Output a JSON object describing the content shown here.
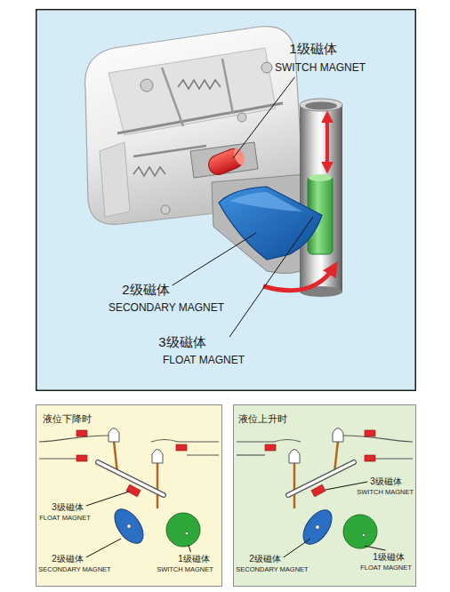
{
  "diagram": {
    "nodes": [
      {
        "text": [
          "1级磁体",
          "SWITCH MAGNET",
          "2级磁体",
          "SECONDARY MAGNET",
          "3级磁体",
          "FLOAT MAGNET"
        ]
      },
      {
        "text": [
          "液位下降时",
          "3级磁体",
          "FLOAT MAGNET",
          "2级磁体",
          "SECONDARY MAGNET",
          "1级磁体",
          "SWITCH MAGNET"
        ]
      },
      {
        "text": [
          "液位上升时",
          "3级磁体",
          "SWITCH MAGNET",
          "2级磁体",
          "SECONDARY MAGNET",
          "1级磁体",
          "FLOAT MAGNET"
        ]
      }
    ]
  }
}
